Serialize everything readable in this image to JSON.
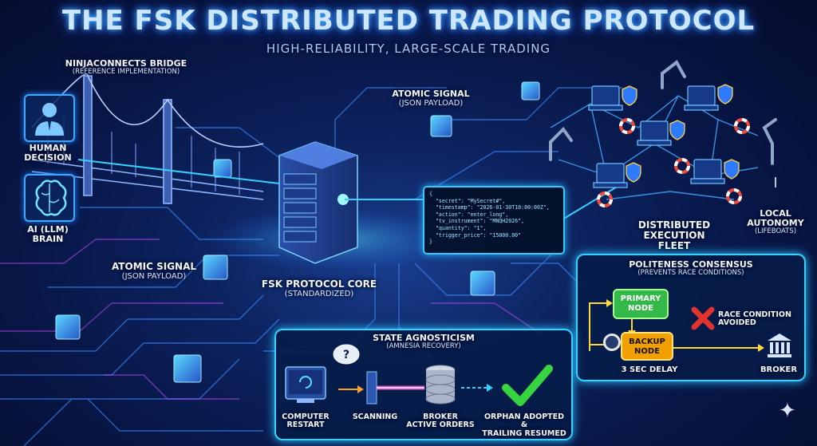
{
  "title": "THE FSK DISTRIBUTED TRADING PROTOCOL",
  "subtitle": "HIGH-RELIABILITY, LARGE-SCALE TRADING",
  "bridge": {
    "label": "NINJACONNECTS BRIDGE",
    "sub": "(REFERENCE IMPLEMENTATION)"
  },
  "human": {
    "label_line1": "HUMAN",
    "label_line2": "DECISION",
    "icon": "person-icon"
  },
  "ai": {
    "label_line1": "AI (LLM)",
    "label_line2": "BRAIN",
    "icon": "brain-icon"
  },
  "signal_top": {
    "label": "ATOMIC SIGNAL",
    "sub": "(JSON PAYLOAD)"
  },
  "signal_left": {
    "label": "ATOMIC SIGNAL",
    "sub": "(JSON PAYLOAD)"
  },
  "core": {
    "label": "FSK PROTOCOL CORE",
    "sub": "(STANDARDIZED)"
  },
  "json_lines": [
    "{",
    "  \"secret\": \"MySecret#\",",
    "  \"timestamp\": \"2026-01-30T10:00:00Z\",",
    "  \"action\": \"enter_long\",",
    "  \"tv_instrument\": \"MNQH2026\",",
    "  \"quantity\": \"1\",",
    "  \"trigger_price\": \"15000.00\"",
    "}"
  ],
  "fleet": {
    "label_line1": "DISTRIBUTED EXECUTION",
    "label_line2": "FLEET"
  },
  "autonomy": {
    "label_line1": "LOCAL",
    "label_line2": "AUTONOMY",
    "sub": "(LIFEBOATS)"
  },
  "politeness": {
    "title": "POLITENESS CONSENSUS",
    "sub": "(PREVENTS RACE CONDITIONS)",
    "primary_line1": "PRIMARY",
    "primary_line2": "NODE",
    "backup_line1": "BACKUP",
    "backup_line2": "NODE",
    "delay": "3 SEC DELAY",
    "race_line1": "RACE CONDITION",
    "race_line2": "AVOIDED",
    "broker": "BROKER"
  },
  "state": {
    "title": "STATE AGNOSTICISM",
    "sub": "(AMNESIA RECOVERY)",
    "step1_line1": "COMPUTER",
    "step1_line2": "RESTART",
    "step2": "SCANNING",
    "step3_line1": "BROKER",
    "step3_line2": "ACTIVE ORDERS",
    "step4_line1": "ORPHAN ADOPTED &",
    "step4_line2": "TRAILING RESUMED"
  },
  "colors": {
    "accent": "#39d2ff",
    "primary_node": "#3fd04a",
    "backup_node": "#f5a800",
    "check": "#37d641",
    "cross": "#e2332c"
  }
}
